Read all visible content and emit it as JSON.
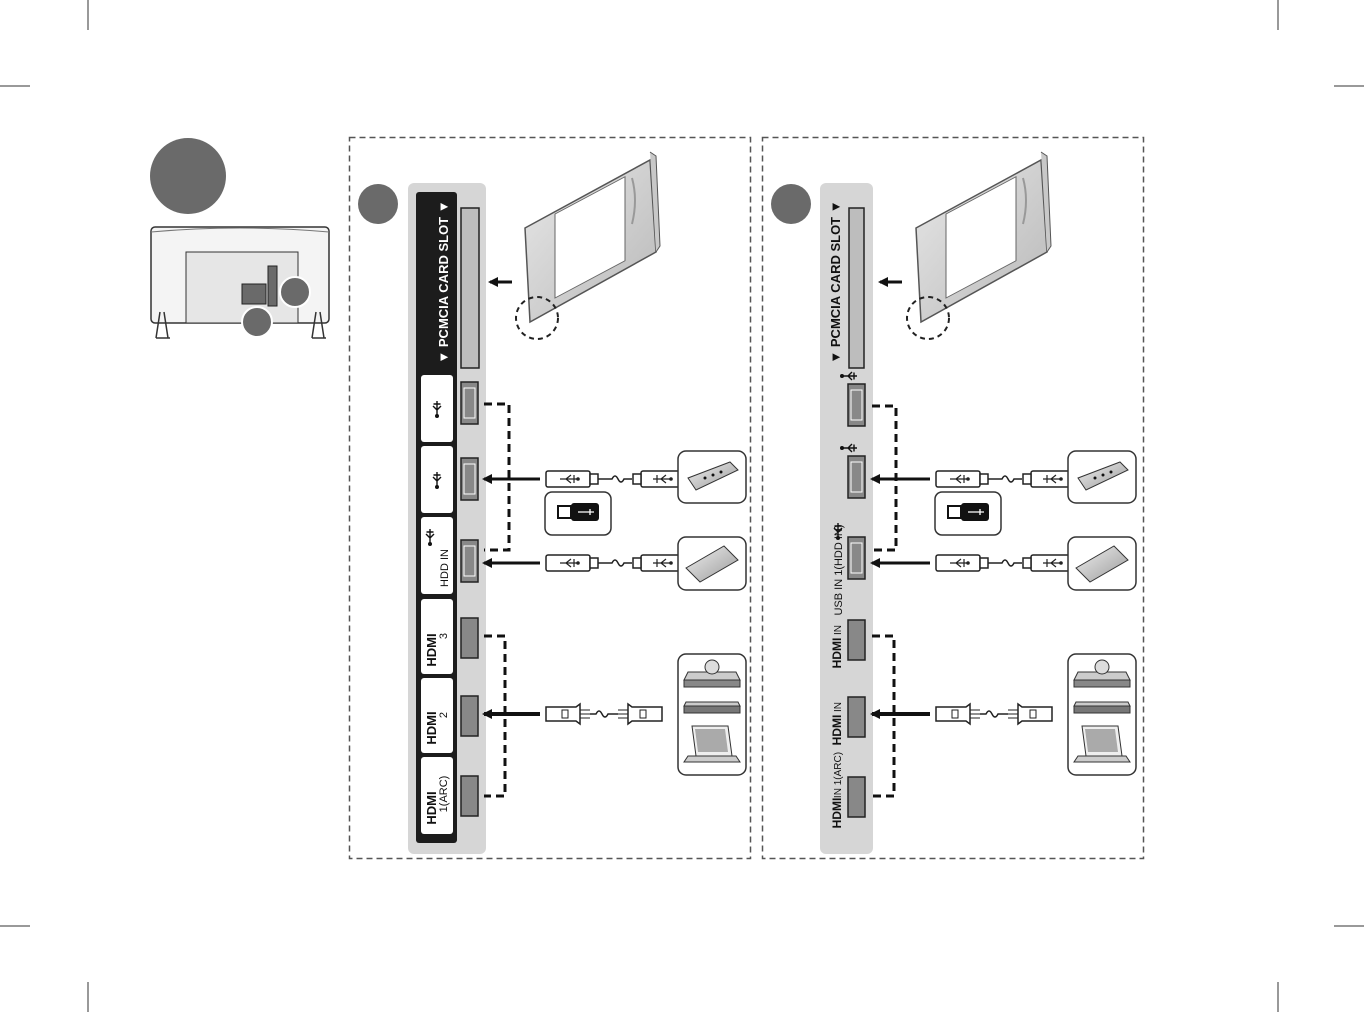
{
  "panel_a": {
    "slot_label": "▼ PCMCIA CARD SLOT ▼",
    "usb_ports": [
      {
        "label": ""
      },
      {
        "label": ""
      },
      {
        "label": "HDD IN"
      }
    ],
    "hdmi_ports": [
      {
        "logo": "HDMI",
        "label": "3"
      },
      {
        "logo": "HDMI",
        "label": "2"
      },
      {
        "logo": "HDMI",
        "label": "1(ARC)"
      }
    ]
  },
  "panel_b": {
    "slot_label": "▼ PCMCIA CARD SLOT ▼",
    "usb_ports": [
      {
        "label": ""
      },
      {
        "label": ""
      },
      {
        "label": "USB IN 1(HDD IN)"
      }
    ],
    "hdmi_ports": [
      {
        "logo": "HDMI",
        "label": "IN"
      },
      {
        "logo": "HDMI",
        "label": "IN"
      },
      {
        "logo": "HDMI",
        "label": "IN 1(ARC)"
      }
    ]
  },
  "colors": {
    "badge": "#6a6a6a",
    "panel_dark": "#1c1c1c",
    "panel_light": "#d6d6d6",
    "outline": "#555555"
  },
  "icons": [
    "usb-icon",
    "usb-stick-icon",
    "usb-hub-icon",
    "hard-drive-icon",
    "dvd-player-icon",
    "set-top-box-icon",
    "laptop-icon",
    "ci-module-icon",
    "tv-rear-icon"
  ]
}
